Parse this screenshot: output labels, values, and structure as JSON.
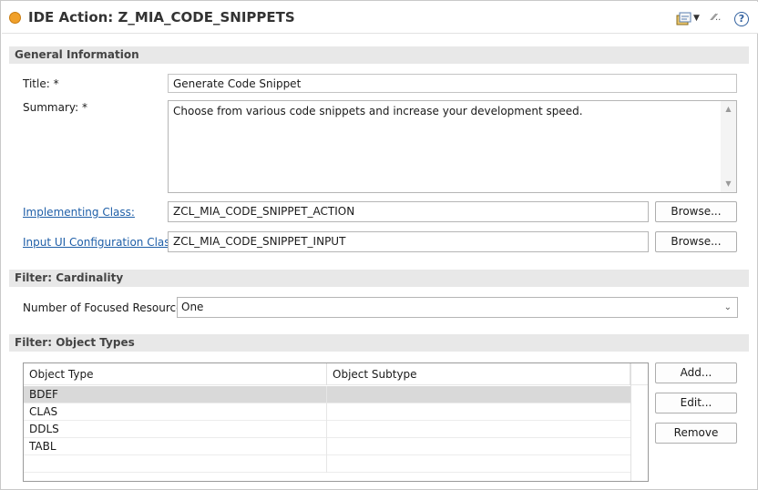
{
  "header": {
    "title": "IDE Action: Z_MIA_CODE_SNIPPETS",
    "tools": [
      "expand-icon",
      "dropdown-arrow-icon",
      "collapse-icon",
      "help-icon"
    ],
    "help_glyph": "?"
  },
  "general": {
    "section_title": "General Information",
    "title_label": "Title: *",
    "title_value": "Generate Code Snippet",
    "summary_label": "Summary: *",
    "summary_value": "Choose from various code snippets and increase your development speed.",
    "impl_class_label": "Implementing Class:",
    "impl_class_value": "ZCL_MIA_CODE_SNIPPET_ACTION",
    "input_ui_label": "Input UI Configuration Class:",
    "input_ui_value": "ZCL_MIA_CODE_SNIPPET_INPUT",
    "browse_label": "Browse..."
  },
  "cardinality": {
    "section_title": "Filter: Cardinality",
    "focused_label": "Number of Focused Resources:",
    "focused_value": "One"
  },
  "object_types": {
    "section_title": "Filter: Object Types",
    "columns": [
      "Object Type",
      "Object Subtype"
    ],
    "rows": [
      {
        "type": "BDEF",
        "subtype": ""
      },
      {
        "type": "CLAS",
        "subtype": ""
      },
      {
        "type": "DDLS",
        "subtype": ""
      },
      {
        "type": "TABL",
        "subtype": ""
      }
    ],
    "selected_row": 0,
    "add_label": "Add...",
    "edit_label": "Edit...",
    "remove_label": "Remove"
  },
  "colors": {
    "section_bg": "#e8e8e8",
    "link": "#1f5fa8",
    "selected_row": "#d9d9d9"
  }
}
